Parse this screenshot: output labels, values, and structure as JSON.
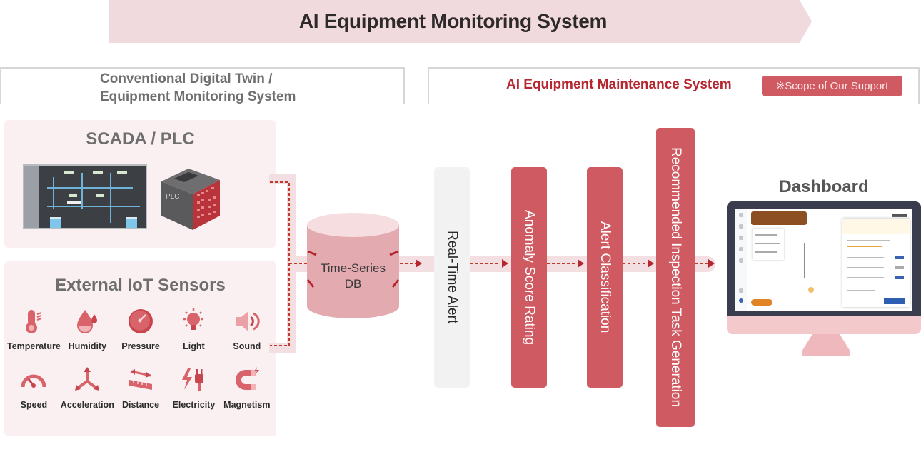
{
  "banner": {
    "title": "AI Equipment Monitoring System"
  },
  "sections": {
    "conventional": {
      "line1": "Conventional Digital Twin /",
      "line2": "Equipment Monitoring System"
    },
    "ai_maintenance": {
      "title": "AI Equipment Maintenance System",
      "badge": "※Scope of Our Support"
    }
  },
  "sources": {
    "scada": {
      "title": "SCADA / PLC",
      "plc_label": "PLC"
    },
    "iot": {
      "title": "External IoT Sensors",
      "sensors": [
        {
          "label": "Temperature",
          "icon": "thermometer-icon"
        },
        {
          "label": "Humidity",
          "icon": "humidity-drop-icon"
        },
        {
          "label": "Pressure",
          "icon": "pressure-gauge-icon"
        },
        {
          "label": "Light",
          "icon": "light-bulb-icon"
        },
        {
          "label": "Sound",
          "icon": "speaker-icon"
        },
        {
          "label": "Speed",
          "icon": "speedometer-icon"
        },
        {
          "label": "Acceleration",
          "icon": "acceleration-axes-icon"
        },
        {
          "label": "Distance",
          "icon": "ruler-distance-icon"
        },
        {
          "label": "Electricity",
          "icon": "plug-lightning-icon"
        },
        {
          "label": "Magnetism",
          "icon": "magnet-icon"
        }
      ]
    }
  },
  "database": {
    "line1": "Time-Series",
    "line2": "DB"
  },
  "pipeline": {
    "steps": [
      {
        "label": "Real-Time Alert",
        "style": "light"
      },
      {
        "label": "Anomaly Score Rating",
        "style": "red"
      },
      {
        "label": "Alert Classification",
        "style": "red"
      },
      {
        "label": "Recommended Inspection Task Generation",
        "style": "red"
      }
    ]
  },
  "dashboard": {
    "title": "Dashboard"
  },
  "colors": {
    "accent_red": "#d05a62",
    "title_red": "#b5262e",
    "banner_pink": "#f1dadd",
    "panel_pink": "#faf0f1",
    "flow_dash": "#c0392b"
  }
}
